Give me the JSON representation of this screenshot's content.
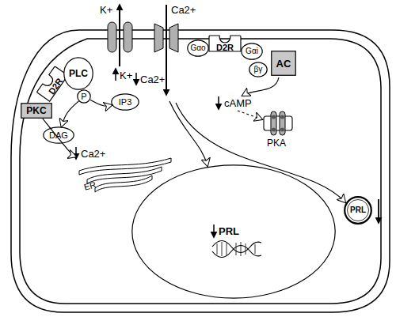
{
  "diagram": {
    "nodes": [
      {
        "text": [
          "D2R"
        ]
      },
      {
        "text": [
          "PLC"
        ]
      },
      {
        "text": [
          "P"
        ]
      },
      {
        "text": [
          "PKC"
        ]
      },
      {
        "text": [
          "DAG"
        ]
      },
      {
        "text": [
          "IP3"
        ]
      },
      {
        "text": [
          "Gαo"
        ]
      },
      {
        "text": [
          "D2R"
        ]
      },
      {
        "text": [
          "Gαi"
        ]
      },
      {
        "text": [
          "βγ"
        ]
      },
      {
        "text": [
          "AC"
        ]
      },
      {
        "text": [
          "PKA"
        ]
      },
      {
        "text": [
          "ER"
        ]
      },
      {
        "text": [
          "PRL"
        ]
      },
      {
        "text": [
          "PRL"
        ]
      }
    ],
    "edges": [
      {
        "from": 2,
        "to": 4,
        "arrow": "to"
      },
      {
        "from": 2,
        "to": 5,
        "arrow": "to"
      },
      {
        "from": 3,
        "to": 12,
        "arrow": "to"
      }
    ],
    "labels": [
      "K+",
      "Ca2+",
      "K+",
      "Ca2+",
      "Ca2+",
      "cAMP"
    ]
  }
}
